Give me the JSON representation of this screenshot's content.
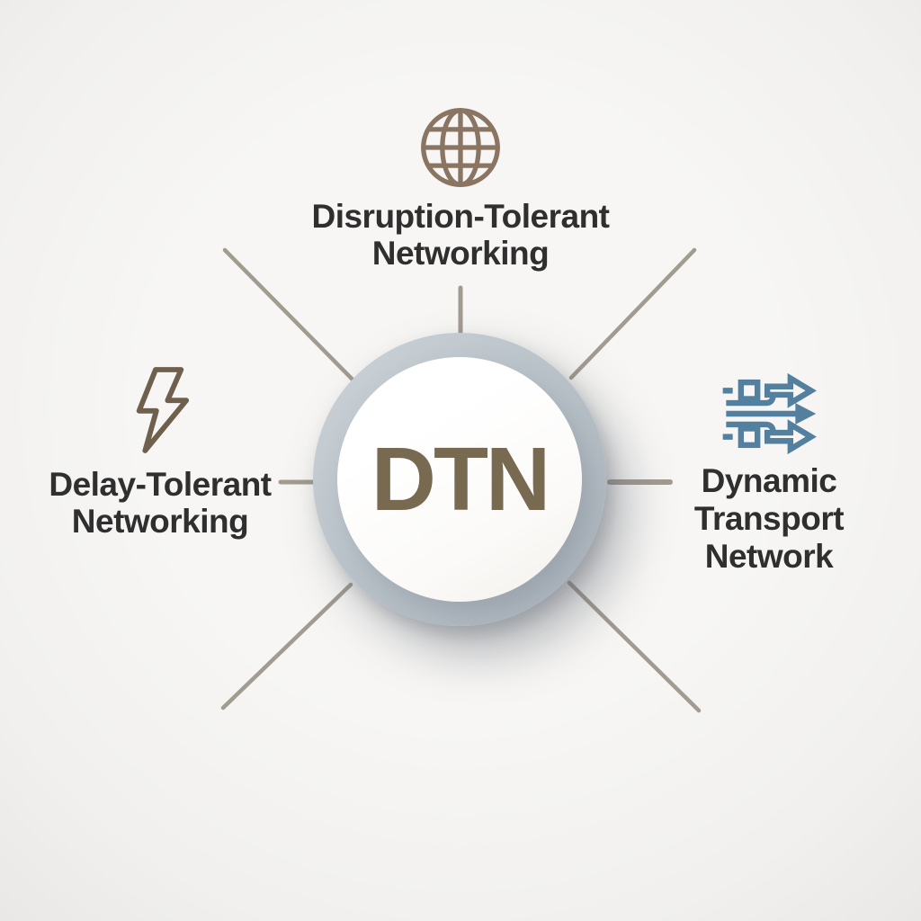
{
  "diagram": {
    "title": "DTN meanings diagram",
    "center": {
      "label": "DTN"
    },
    "nodes": {
      "top": {
        "icon": "globe-icon",
        "lines": [
          "Disruption-Tolerant",
          "Networking"
        ]
      },
      "left": {
        "icon": "lightning-bolt-icon",
        "lines": [
          "Delay-Tolerant",
          "Networking"
        ]
      },
      "right": {
        "icon": "data-flow-arrows-icon",
        "lines": [
          "Dynamic",
          "Transport",
          "Network"
        ]
      }
    },
    "colors": {
      "background": "#f4f3f1",
      "hub_ring": "#b7c0c7",
      "hub_fill": "#fdfdfc",
      "hub_text": "#786951",
      "label_text": "#2f2f2f",
      "globe_icon": "#8a7462",
      "bolt_icon": "#6f604e",
      "arrows_icon": "#54809f",
      "connector_line": "#a19b90"
    }
  }
}
